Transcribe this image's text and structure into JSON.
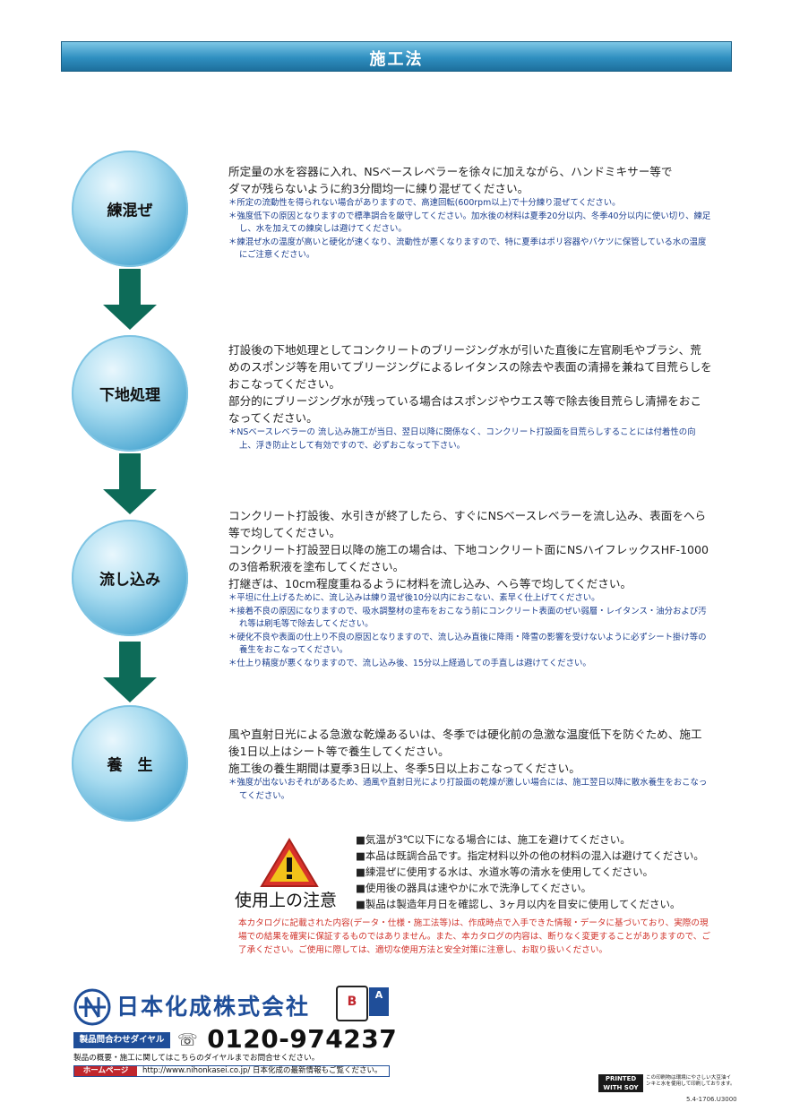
{
  "header": {
    "title": "施工法"
  },
  "steps": [
    {
      "label": "練混ぜ",
      "main": [
        "所定量の水を容器に入れ、NSベースレベラーを徐々に加えながら、ハンドミキサー等で",
        "ダマが残らないように約3分間均一に練り混ぜてください。"
      ],
      "notes": [
        "＊所定の流動性を得られない場合がありますので、高速回転(600rpm以上)で十分練り混ぜてください。",
        "＊強度低下の原因となりますので標準調合を厳守してください。加水後の材料は夏季20分以内、冬季40分以内に使い切り、練足し、水を加えての練戻しは避けてください。",
        "＊練混ぜ水の温度が高いと硬化が速くなり、流動性が悪くなりますので、特に夏季はポリ容器やバケツに保管している水の温度にご注意ください。"
      ]
    },
    {
      "label": "下地処理",
      "main": [
        "打設後の下地処理としてコンクリートのブリージング水が引いた直後に左官刷毛やブラシ、荒めのスポンジ等を用いてブリージングによるレイタンスの除去や表面の清掃を兼ねて目荒らしをおこなってください。",
        "部分的にブリージング水が残っている場合はスポンジやウエス等で除去後目荒らし清掃をおこなってください。"
      ],
      "notes": [
        "＊NSベースレベラーの 流し込み施工が当日、翌日以降に関係なく、コンクリート打設面を目荒らしすることには付着性の向上、浮き防止として有効ですので、必ずおこなって下さい。"
      ]
    },
    {
      "label": "流し込み",
      "main": [
        "コンクリート打設後、水引きが終了したら、すぐにNSベースレベラーを流し込み、表面をへら等で均してください。",
        "コンクリート打設翌日以降の施工の場合は、下地コンクリート面にNSハイフレックスHF-1000の3倍希釈液を塗布してください。",
        "打継ぎは、10cm程度重ねるように材料を流し込み、へら等で均してください。"
      ],
      "notes": [
        "＊平坦に仕上げるために、流し込みは練り混ぜ後10分以内におこない、素早く仕上げてください。",
        "＊接着不良の原因になりますので、吸水調整材の塗布をおこなう前にコンクリート表面のぜい弱層・レイタンス・油分および汚れ等は刷毛等で除去してください。",
        "＊硬化不良や表面の仕上り不良の原因となりますので、流し込み直後に降雨・降雪の影響を受けないように必ずシート掛け等の養生をおこなってください。",
        "＊仕上り精度が悪くなりますので、流し込み後、15分以上経過しての手直しは避けてください。"
      ]
    },
    {
      "label": "養　生",
      "main": [
        "風や直射日光による急激な乾燥あるいは、冬季では硬化前の急激な温度低下を防ぐため、施工後1日以上はシート等で養生してください。",
        "施工後の養生期間は夏季3日以上、冬季5日以上おこなってください。"
      ],
      "notes": [
        "＊強度が出ないおそれがあるため、通風や直射日光により打設面の乾燥が激しい場合には、施工翌日以降に散水養生をおこなってください。"
      ]
    }
  ],
  "caution": {
    "label": "使用上の注意",
    "items": [
      "■気温が3℃以下になる場合には、施工を避けてください。",
      "■本品は既調合品です。指定材料以外の他の材料の混入は避けてください。",
      "■練混ぜに使用する水は、水道水等の清水を使用してください。",
      "■使用後の器具は速やかに水で洗浄してください。",
      "■製品は製造年月日を確認し、3ヶ月以内を目安に使用してください。"
    ],
    "disclaimer": "本カタログに記載された内容(データ・仕様・施工法等)は、作成時点で入手できた情報・データに基づいており、実際の現場での結果を確実に保証するものではありません。また、本カタログの内容は、断りなく変更することがありますので、ご了承ください。ご使用に際しては、適切な使用方法と安全対策に注意し、お取り扱いください。"
  },
  "footer": {
    "company": "日本化成株式会社",
    "iso_badge": "B",
    "jab_badge": "A",
    "phone_label": "製品問合わせダイヤル",
    "phone": "0120-974237",
    "phone_note": "製品の概要・施工に関してはこちらのダイヤルまでお問合せください。",
    "hp_label": "ホームページ",
    "hp_url": "http://www.nihonkasei.co.jp/ 日本化成の最新情報もご覧ください。",
    "soy_ink": "PRINTED WITH SOY INK",
    "soy_note": "この印刷物は環境にやさしい大豆油インキと水を使用して印刷しております。",
    "code": "5.4-1706.U3000"
  },
  "colors": {
    "accent": "#2f8fc0",
    "arrow": "#0d6b58",
    "note": "#1c3f8f",
    "warn": "#d0322a"
  }
}
